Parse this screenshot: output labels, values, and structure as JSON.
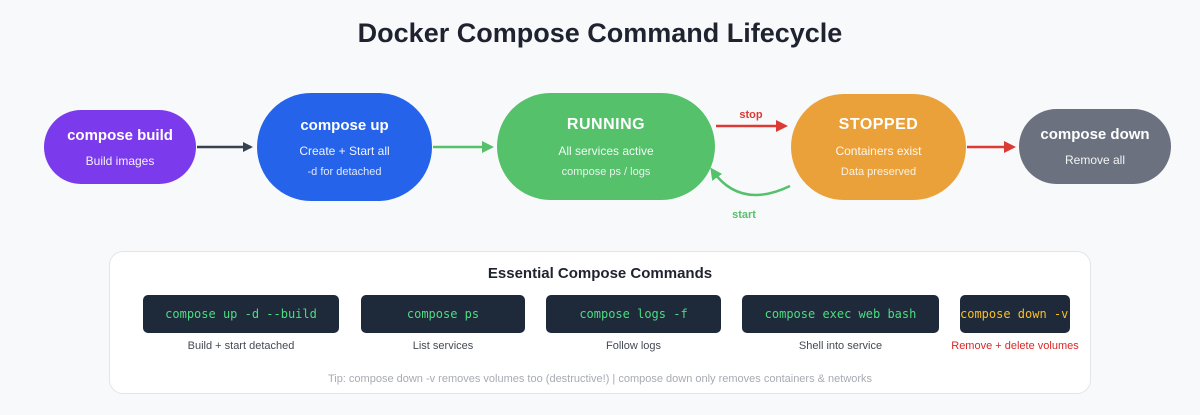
{
  "title": "Docker Compose Command Lifecycle",
  "nodes": {
    "build": {
      "title": "compose build",
      "sub": "Build images",
      "color": "#7c3aed"
    },
    "up": {
      "title": "compose up",
      "sub": "Create + Start all",
      "sub2": "-d for detached",
      "color": "#2563eb"
    },
    "running": {
      "title": "RUNNING",
      "sub": "All services active",
      "sub2": "compose ps / logs",
      "color": "#55c16b"
    },
    "stopped": {
      "title": "STOPPED",
      "sub": "Containers exist",
      "sub2": "Data preserved",
      "color": "#eba13a"
    },
    "down": {
      "title": "compose down",
      "sub": "Remove all",
      "color": "#6b717e"
    }
  },
  "edges": {
    "stop_label": "stop",
    "start_label": "start"
  },
  "panel": {
    "title": "Essential Compose Commands",
    "commands": [
      {
        "cmd": "compose up -d --build",
        "desc": "Build + start detached"
      },
      {
        "cmd": "compose ps",
        "desc": "List services"
      },
      {
        "cmd": "compose logs -f",
        "desc": "Follow logs"
      },
      {
        "cmd": "compose exec web bash",
        "desc": "Shell into service"
      },
      {
        "cmd": "compose down -v",
        "desc": "Remove + delete volumes"
      }
    ],
    "tip": "Tip: compose down -v removes volumes too (destructive!) | compose down only removes containers & networks"
  },
  "colors": {
    "cmd_text": "#4ade80",
    "warn_cmd_text": "#fbbf24",
    "warn_desc": "#dc2626",
    "stop_arrow": "#dc3a35",
    "start_arrow": "#55c16b",
    "dark_arrow": "#374151"
  }
}
